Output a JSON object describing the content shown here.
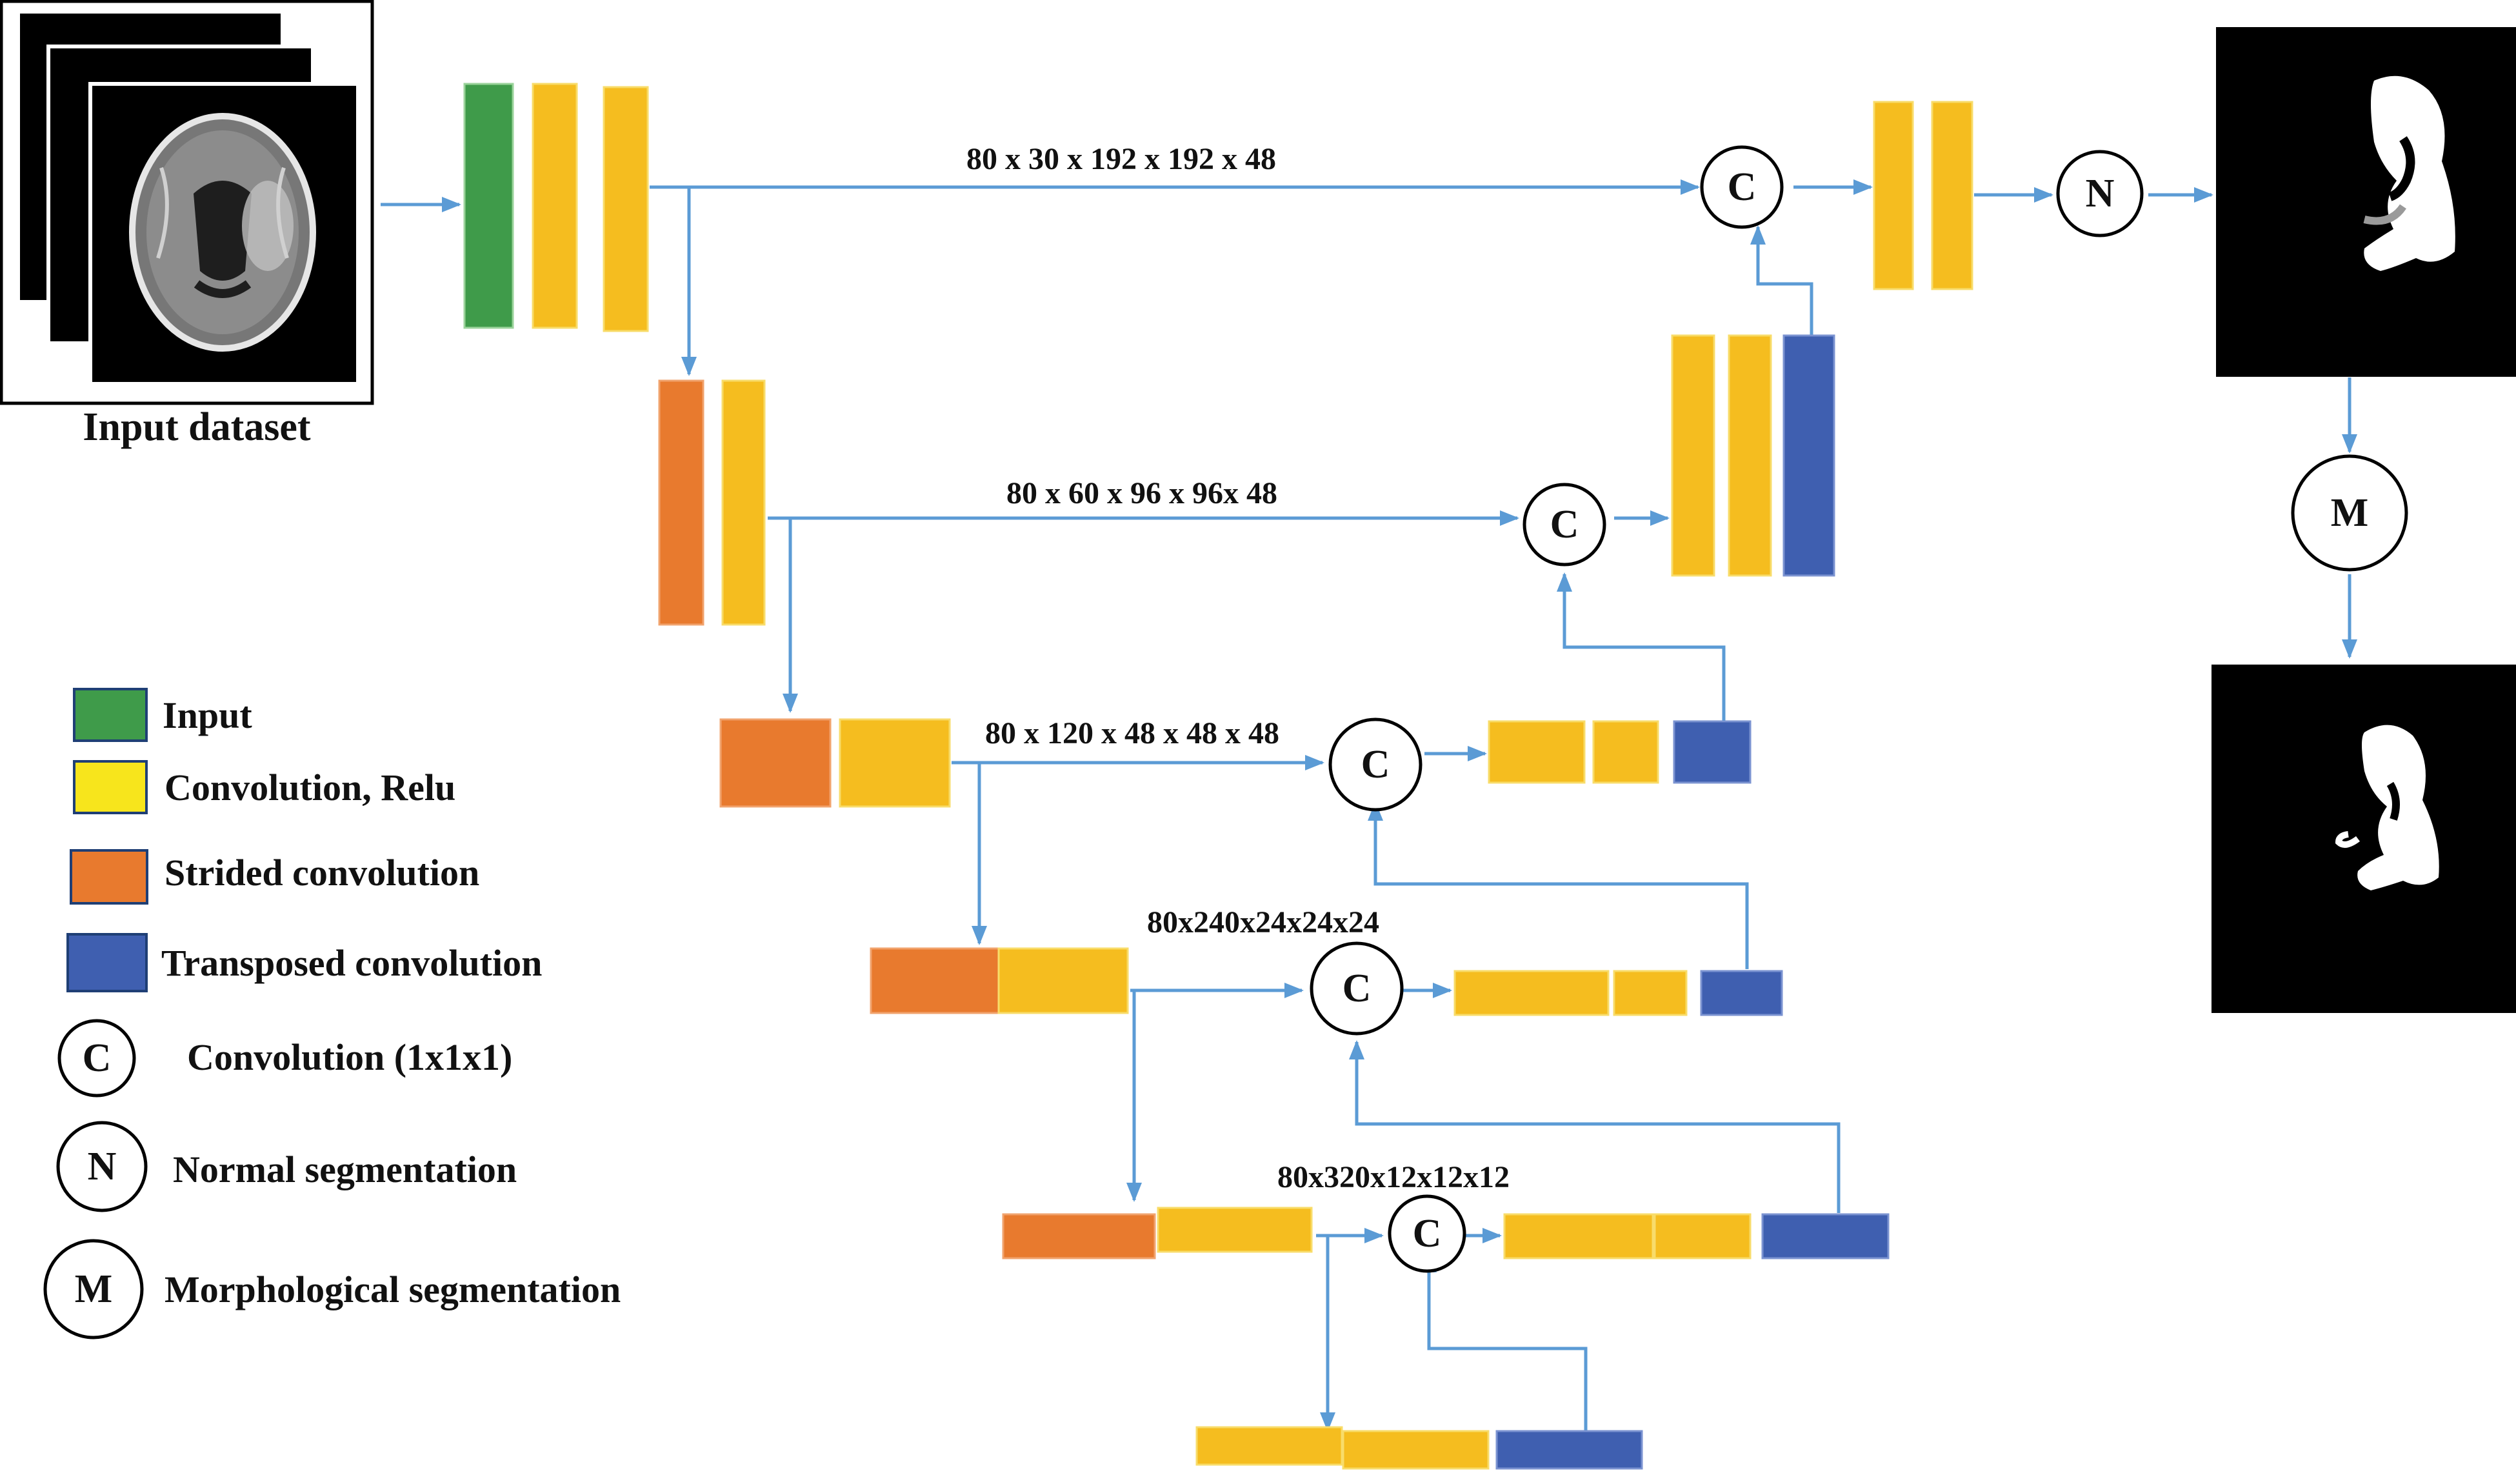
{
  "input_label": "Input dataset",
  "skip_labels": {
    "level1": "80 x 30 x 192 x 192 x 48",
    "level2": "80 x 60 x 96 x 96x 48",
    "level3": "80 x 120 x 48 x 48 x 48",
    "level4": "80x240x24x24x24",
    "level5": "80x320x12x12x12"
  },
  "node_letters": {
    "concat": "C",
    "normal": "N",
    "morph": "M"
  },
  "legend": [
    {
      "key": "input",
      "label": "Input",
      "color": "#3f9b4a"
    },
    {
      "key": "conv",
      "label": "Convolution, Relu",
      "color": "#f7e51c"
    },
    {
      "key": "strided",
      "label": "Strided convolution",
      "color": "#e87a2e"
    },
    {
      "key": "transposed",
      "label": "Transposed convolution",
      "color": "#3f5fb0"
    },
    {
      "key": "c",
      "symbol": "C",
      "label": "Convolution (1x1x1)"
    },
    {
      "key": "n",
      "symbol": "N",
      "label": "Normal segmentation"
    },
    {
      "key": "m",
      "symbol": "M",
      "label": "Morphological segmentation"
    }
  ],
  "colors": {
    "input_block": "#3f9b4a",
    "conv_block": "#f5bd1f",
    "strided_block": "#e87a2e",
    "transposed_block": "#3f5fb0",
    "arrow": "#5b9bd5"
  }
}
